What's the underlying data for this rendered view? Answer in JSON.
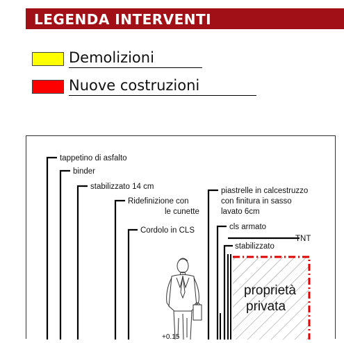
{
  "header": {
    "title": "LEGENDA INTERVENTI"
  },
  "legend": {
    "items": [
      {
        "label": "Demolizioni",
        "color": "#ffff00"
      },
      {
        "label": "Nuove costruzioni",
        "color": "#ff0000"
      }
    ]
  },
  "section": {
    "labels": [
      "tappetino di asfalto",
      "binder",
      "stabilizzato 14 cm",
      "Ridefinizione con",
      "le cunette",
      "Cordolo in CLS",
      "piastrelle in calcestruzzo",
      "con finitura in sasso",
      "lavato 6cm",
      "cls armato",
      "TNT",
      "stabilizzato"
    ],
    "private_area": [
      "proprietà",
      "privata"
    ],
    "elevation": "+0.15"
  }
}
